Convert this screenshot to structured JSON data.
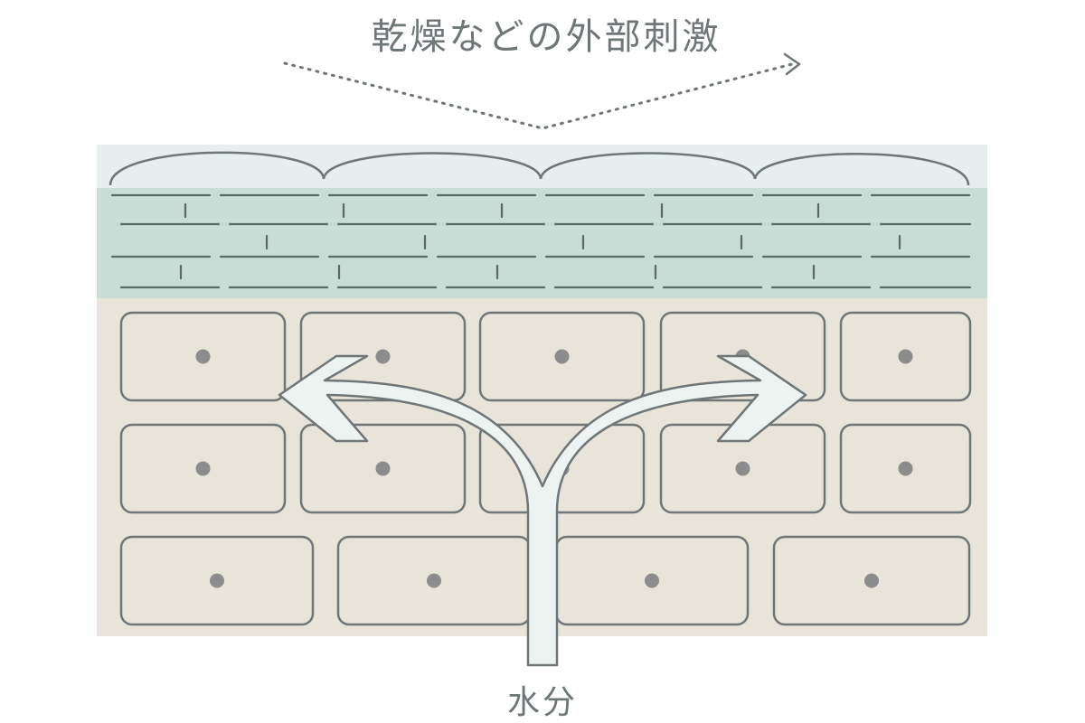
{
  "labels": {
    "external_stimulus": "乾燥などの外部刺激",
    "moisture": "水分"
  },
  "colors": {
    "text": "#6e7677",
    "outline": "#6e7677",
    "sebum_layer": "#e6efed",
    "stratum_corneum": "#c9dcd6",
    "epidermis": "#e8e4da",
    "cell_fill": "#e8e4da",
    "nucleus": "#8c8c8c",
    "arrow_fill": "#ecf3f1",
    "background": "#ffffff"
  },
  "diagram": {
    "type": "skin-barrier-cross-section",
    "layers": [
      "sebum-film",
      "stratum-corneum",
      "epidermal-cells"
    ],
    "arrows": [
      "external-stimulus-blocked",
      "moisture-retained-left",
      "moisture-retained-right"
    ]
  }
}
